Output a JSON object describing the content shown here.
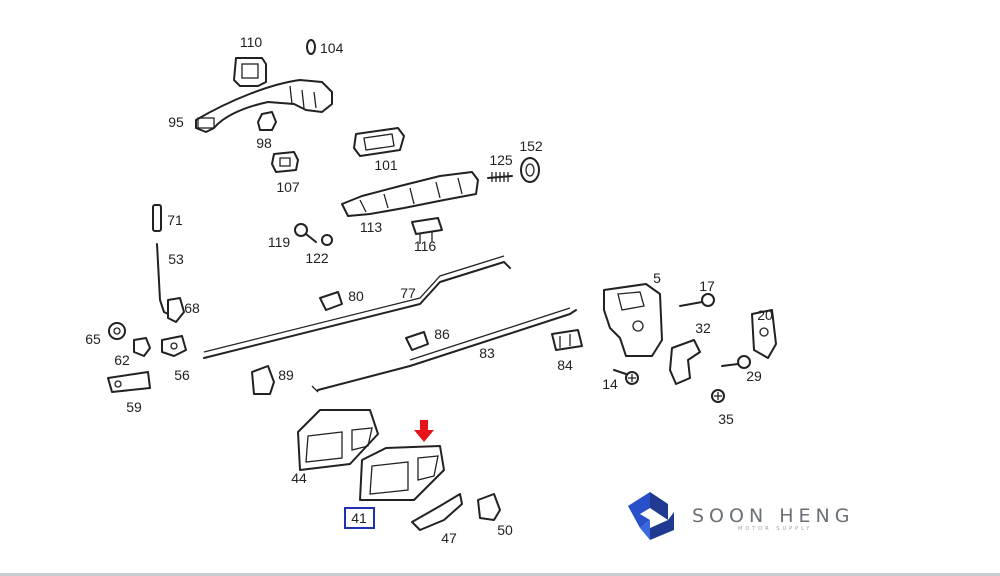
{
  "parts": {
    "p110": "110",
    "p104": "104",
    "p95": "95",
    "p98": "98",
    "p107": "107",
    "p101": "101",
    "p125": "125",
    "p152": "152",
    "p113": "113",
    "p116": "116",
    "p71": "71",
    "p119": "119",
    "p122": "122",
    "p53": "53",
    "p5": "5",
    "p17": "17",
    "p80": "80",
    "p77": "77",
    "p68": "68",
    "p20": "20",
    "p32": "32",
    "p65": "65",
    "p86": "86",
    "p62": "62",
    "p56": "56",
    "p83": "83",
    "p84": "84",
    "p89": "89",
    "p29": "29",
    "p14": "14",
    "p59": "59",
    "p35": "35",
    "p44": "44",
    "p41": "41",
    "p47": "47",
    "p50": "50"
  },
  "highlight": {
    "part": "41",
    "arrow_color": "#e8141c",
    "box_color": "#1f2fb4"
  },
  "brand": {
    "name": "SOON HENG",
    "tagline": "MOTOR SUPPLY",
    "logo_color": "#1f3a8f"
  }
}
